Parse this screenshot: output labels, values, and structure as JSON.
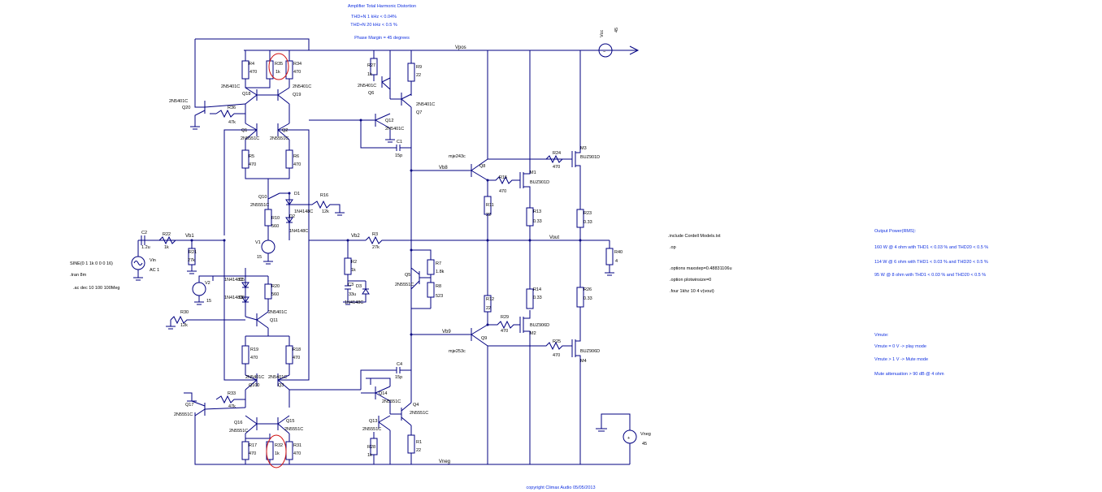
{
  "header": {
    "title": "Amplifier Total Harmonic Distortion",
    "thd_1k": "THD+N 1 kHz < 0.04%",
    "thd_20k": "THD+N 20 kHz < 0.5 %",
    "phase_margin": "Phase Margin = 45 degrees"
  },
  "nets": {
    "vpos": "Vpos",
    "vneg": "Vneg",
    "vout": "Vout",
    "vb1": "Vb1",
    "vb2": "Vb2",
    "vb8": "Vb8",
    "vb9": "Vb9"
  },
  "sources": {
    "vcc": {
      "name": "Vcc",
      "value": "45"
    },
    "vneg": {
      "name": "Vneg",
      "value": "45"
    },
    "vin": {
      "name": "Vin",
      "value": "AC 1"
    },
    "v1": {
      "name": "V1",
      "value": "15"
    },
    "v2": {
      "name": "V2",
      "value": "15"
    }
  },
  "spice_left": {
    "sine": "SINE(0 1 1k 0 0 0 16)",
    "tran": ".tran 8m",
    "ac": ".ac dec 10 100 100Meg"
  },
  "directives": [
    ".include Cordell Models.txt",
    ".op",
    ".options maxstep=0.48831106u",
    ".option plotwinsize=0",
    ".four 1khz 10 4 v(vout)"
  ],
  "output_power": {
    "title": "Output Power(RMS):",
    "lines": [
      "160 W @ 4 ohm with THD1 < 0.03 % and THD20 < 0.5 %",
      "114 W @ 6 ohm with THD1 < 0.03 % and THD20 < 0.5 %",
      "95 W @ 8 ohm with THD1 < 0.03 % and THD20 < 0.5 %"
    ]
  },
  "mute": {
    "title": "Vmute:",
    "lines": [
      "Vmute = 0 V -> play mode",
      "Vmute > 1 V -> Mute mode",
      "Mute attenuation > 90 dB @ 4 ohm"
    ]
  },
  "copyright": "copyright Climax Audio 05/05/2013",
  "parts": [
    {
      "ref": "R4",
      "val": "470"
    },
    {
      "ref": "R35",
      "val": "1k"
    },
    {
      "ref": "R34",
      "val": "470"
    },
    {
      "ref": "R36",
      "val": "47k"
    },
    {
      "ref": "R5",
      "val": "470"
    },
    {
      "ref": "R6",
      "val": "470"
    },
    {
      "ref": "R27",
      "val": "1k"
    },
    {
      "ref": "R9",
      "val": "22"
    },
    {
      "ref": "R16",
      "val": "12k"
    },
    {
      "ref": "R10",
      "val": "560"
    },
    {
      "ref": "R22",
      "val": "1k"
    },
    {
      "ref": "R21",
      "val": "27k"
    },
    {
      "ref": "R3",
      "val": "27k"
    },
    {
      "ref": "R2",
      "val": "1k"
    },
    {
      "ref": "R7",
      "val": "1.8k"
    },
    {
      "ref": "R8",
      "val": "523"
    },
    {
      "ref": "R20",
      "val": "560"
    },
    {
      "ref": "R30",
      "val": "12k"
    },
    {
      "ref": "R24",
      "val": "470"
    },
    {
      "ref": "R15",
      "val": "470"
    },
    {
      "ref": "R11",
      "val": "22"
    },
    {
      "ref": "R13",
      "val": "0.33"
    },
    {
      "ref": "R23",
      "val": "0.33"
    },
    {
      "ref": "R40",
      "val": "4"
    },
    {
      "ref": "R12",
      "val": "22"
    },
    {
      "ref": "R14",
      "val": "0.33"
    },
    {
      "ref": "R26",
      "val": "0.33"
    },
    {
      "ref": "R29",
      "val": "470"
    },
    {
      "ref": "R25",
      "val": "470"
    },
    {
      "ref": "R19",
      "val": "470"
    },
    {
      "ref": "R18",
      "val": "470"
    },
    {
      "ref": "R33",
      "val": "47k"
    },
    {
      "ref": "R28",
      "val": "1k"
    },
    {
      "ref": "R1",
      "val": "22"
    },
    {
      "ref": "R17",
      "val": "470"
    },
    {
      "ref": "R32",
      "val": "1k"
    },
    {
      "ref": "R31",
      "val": "470"
    },
    {
      "ref": "C2",
      "val": "1.2u"
    },
    {
      "ref": "C1",
      "val": "15p"
    },
    {
      "ref": "C3",
      "val": "33u"
    },
    {
      "ref": "C4",
      "val": "15p"
    }
  ],
  "semis": [
    {
      "ref": "Q18",
      "type": "2N5401C"
    },
    {
      "ref": "Q19",
      "type": "2N5401C"
    },
    {
      "ref": "Q20",
      "type": "2N5401C"
    },
    {
      "ref": "Q1",
      "type": "2N5551C"
    },
    {
      "ref": "Q2",
      "type": "2N5551C"
    },
    {
      "ref": "Q6",
      "type": "2N5401C"
    },
    {
      "ref": "Q7",
      "type": "2N5401C"
    },
    {
      "ref": "Q12",
      "type": "2N5401C"
    },
    {
      "ref": "Q10",
      "type": "2N5551C"
    },
    {
      "ref": "Q8",
      "type": "mje243c"
    },
    {
      "ref": "Q9",
      "type": "mje253c"
    },
    {
      "ref": "Q5",
      "type": "2N5551C"
    },
    {
      "ref": "Q11",
      "type": "2N5401C"
    },
    {
      "ref": "Q100",
      "type": "2N5401C"
    },
    {
      "ref": "Q3",
      "type": "2N5401C"
    },
    {
      "ref": "Q14",
      "type": ""
    },
    {
      "ref": "Q4",
      "type": "2N5551C"
    },
    {
      "ref": "Q13",
      "type": "2N5551C"
    },
    {
      "ref": "Q17",
      "type": "2N5551C"
    },
    {
      "ref": "Q16",
      "type": "2N5551C"
    },
    {
      "ref": "Q15",
      "type": "2N5551C"
    },
    {
      "ref": "D1",
      "type": "1N4148C"
    },
    {
      "ref": "D2",
      "type": "1N4148C"
    },
    {
      "ref": "D5",
      "type": "1N4148C"
    },
    {
      "ref": "D6",
      "type": "1N4148C"
    },
    {
      "ref": "D3",
      "type": "1N4148C"
    },
    {
      "ref": "M1",
      "type": "BUZ901D"
    },
    {
      "ref": "M2",
      "type": "BUZ906D"
    },
    {
      "ref": "M3",
      "type": "BUZ901D"
    },
    {
      "ref": "M4",
      "type": "BUZ906D"
    }
  ],
  "colors": {
    "wire": "#000080",
    "note": "#1030e0",
    "highlight": "#d01010"
  }
}
